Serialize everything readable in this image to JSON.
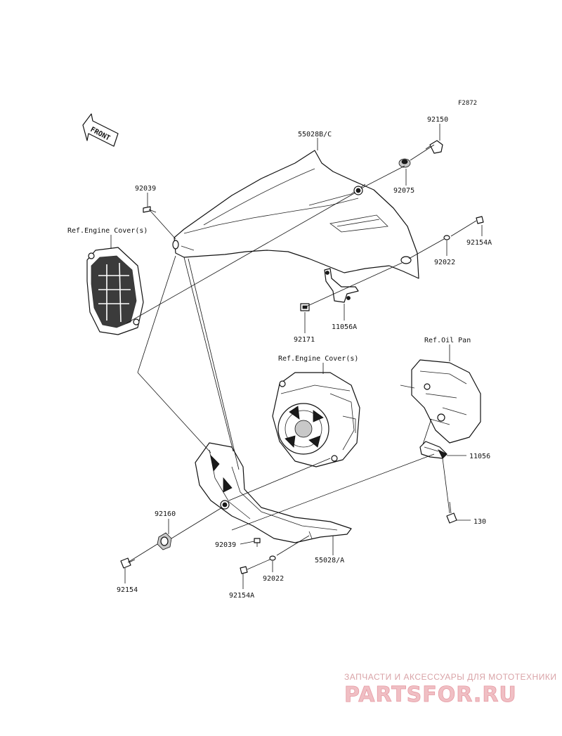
{
  "figure_code": "F2872",
  "front_arrow_label": "FRONT",
  "references": {
    "engine_cover_upper": "Ref.Engine Cover(s)",
    "engine_cover_lower": "Ref.Engine Cover(s)",
    "oil_pan": "Ref.Oil Pan"
  },
  "parts": {
    "p92150": "92150",
    "p55028bc": "55028B/C",
    "p92075": "92075",
    "p92039_top": "92039",
    "p92154a_right": "92154A",
    "p92022_right": "92022",
    "p92171": "92171",
    "p11056a": "11056A",
    "p11056": "11056",
    "p130": "130",
    "p92160": "92160",
    "p92039_bottom": "92039",
    "p55028a": "55028/A",
    "p92154": "92154",
    "p92022_bottom": "92022",
    "p92154a_bottom": "92154A"
  },
  "watermark": {
    "subtitle": "ЗАПЧАСТИ И АКСЕССУАРЫ ДЛЯ МОТОТЕХНИКИ",
    "brand": "PARTSFOR.RU"
  },
  "colors": {
    "line": "#111111",
    "watermark": "#e69aa3"
  }
}
